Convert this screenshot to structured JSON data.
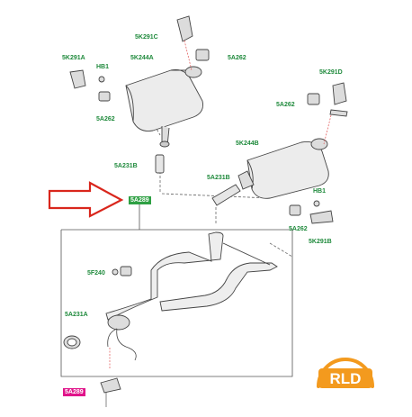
{
  "labels": {
    "l5K291C": "5K291C",
    "l5K291A": "5K291A",
    "lHB1a": "HB1",
    "l5K244A": "5K244A",
    "l5A262a": "5A262",
    "l5A262b": "5A262",
    "l5K291D": "5K291D",
    "l5A262c": "5A262",
    "l5K244B": "5K244B",
    "l5A231Ba": "5A231B",
    "l5A231Bb": "5A231B",
    "lHB1b": "HB1",
    "l5A262d": "5A262",
    "l5K291B": "5K291B",
    "l5F240": "5F240",
    "l5A231A": "5A231A",
    "callout_main": "5A289",
    "callout_bottom": "5A289"
  },
  "logo": {
    "text": "RLD"
  },
  "colors": {
    "label_green": "#1f8a3c",
    "callout_green": "#2ea043",
    "callout_red": "#e0148a",
    "arrow_red": "#d9261c",
    "leader_red": "#e05050",
    "line_gray": "#555555",
    "logo_orange": "#f39a1e"
  }
}
